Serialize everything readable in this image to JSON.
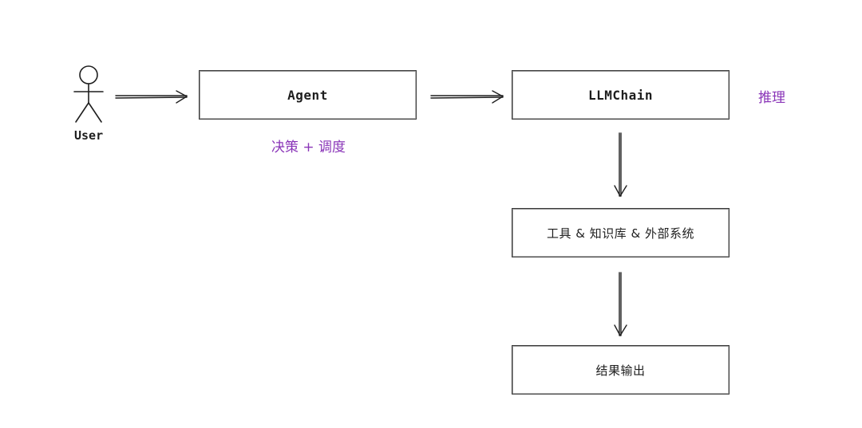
{
  "diagram": {
    "actor": {
      "label": "User"
    },
    "nodes": {
      "agent": "Agent",
      "llmchain": "LLMChain",
      "tools": "工具 & 知识库 & 外部系统",
      "output": "结果输出"
    },
    "annotations": {
      "agent": "决策 + 调度",
      "llmchain": "推理"
    },
    "edges": [
      {
        "from": "User",
        "to": "Agent"
      },
      {
        "from": "Agent",
        "to": "LLMChain"
      },
      {
        "from": "LLMChain",
        "to": "工具 & 知识库 & 外部系统"
      },
      {
        "from": "工具 & 知识库 & 外部系统",
        "to": "结果输出"
      }
    ],
    "colors": {
      "stroke": "#1e1e1e",
      "annotation": "#8a35b8"
    }
  }
}
